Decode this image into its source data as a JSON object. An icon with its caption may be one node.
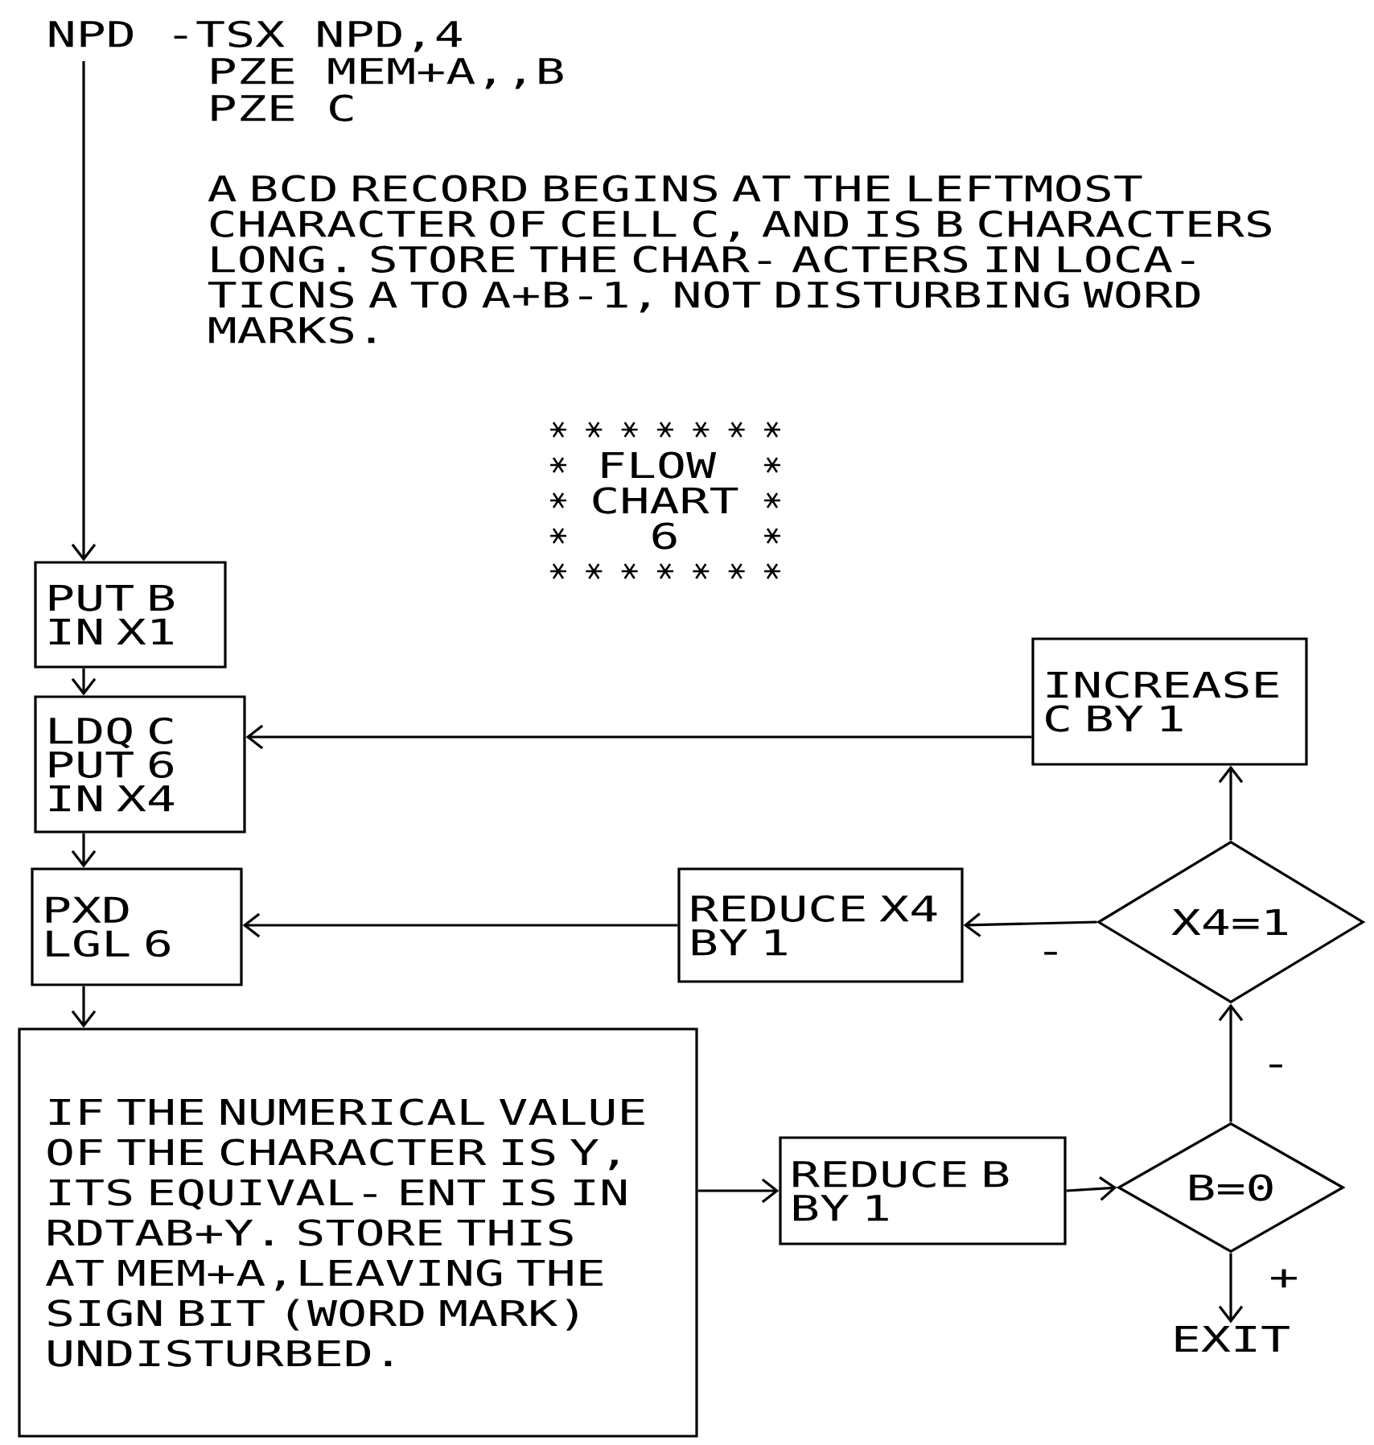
{
  "diagram": {
    "nodes": [
      {
        "text": [
          "NPD -TSX NPD,4",
          "PZE MEM+A,,B",
          "PZE C"
        ]
      },
      {
        "text": [
          "PUT B IN X1"
        ]
      },
      {
        "text": [
          "LDQ C PUT 6 IN X4"
        ]
      },
      {
        "text": [
          "PXD LGL 6"
        ]
      },
      {
        "text": [
          "IF THE NUMERICAL VALUE OF THE CHARACTER IS Y, ITS EQUIVAL- ENT IS IN RDTAB+Y. STORE THIS AT MEM+A,LEAVING THE SIGN BIT (WORD MARK) UNDISTURBED."
        ]
      },
      {
        "text": [
          "REDUCE B BY 1"
        ]
      },
      {
        "text": [
          "B=0"
        ]
      },
      {
        "text": [
          "X4=1"
        ]
      },
      {
        "text": [
          "REDUCE X4 BY 1"
        ]
      },
      {
        "text": [
          "INCREASE C BY 1"
        ]
      },
      {
        "text": [
          "EXIT"
        ]
      }
    ],
    "edges": [
      {
        "from": 0,
        "to": 1,
        "arrow": "to"
      },
      {
        "from": 1,
        "to": 2,
        "arrow": "to"
      },
      {
        "from": 2,
        "to": 3,
        "arrow": "to"
      },
      {
        "from": 3,
        "to": 4,
        "arrow": "to"
      },
      {
        "from": 4,
        "to": 5,
        "arrow": "to"
      },
      {
        "from": 5,
        "to": 6,
        "arrow": "to"
      },
      {
        "from": 6,
        "to": 10,
        "arrow": "to",
        "label": "+"
      },
      {
        "from": 6,
        "to": 7,
        "arrow": "to",
        "label": "-"
      },
      {
        "from": 7,
        "to": 8,
        "arrow": "to",
        "label": "-"
      },
      {
        "from": 8,
        "to": 3,
        "arrow": "to"
      },
      {
        "from": 7,
        "to": 9,
        "arrow": "to"
      },
      {
        "from": 9,
        "to": 2,
        "arrow": "to"
      }
    ],
    "labels": [
      "A BCD RECORD BEGINS AT THE LEFTMOST CHARACTER OF CELL C, AND IS B CHARACTERS LONG. STORE THE CHAR- ACTERS IN LOCA- TICNS A TO A+B-1, NOT DISTURBING WORD MARKS.",
      "FLOW",
      "CHART",
      "6"
    ]
  }
}
